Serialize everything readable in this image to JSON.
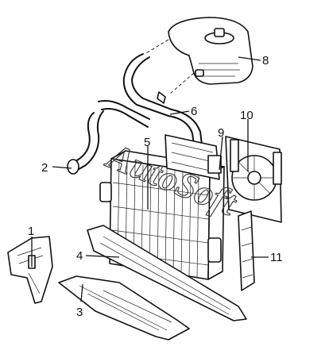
{
  "watermark": "AutoSoft",
  "callouts": [
    {
      "id": "1",
      "label": "1"
    },
    {
      "id": "2",
      "label": "2"
    },
    {
      "id": "3",
      "label": "3"
    },
    {
      "id": "4",
      "label": "4"
    },
    {
      "id": "5",
      "label": "5"
    },
    {
      "id": "6",
      "label": "6"
    },
    {
      "id": "8",
      "label": "8"
    },
    {
      "id": "9",
      "label": "9"
    },
    {
      "id": "10",
      "label": "10"
    },
    {
      "id": "11",
      "label": "11"
    }
  ]
}
